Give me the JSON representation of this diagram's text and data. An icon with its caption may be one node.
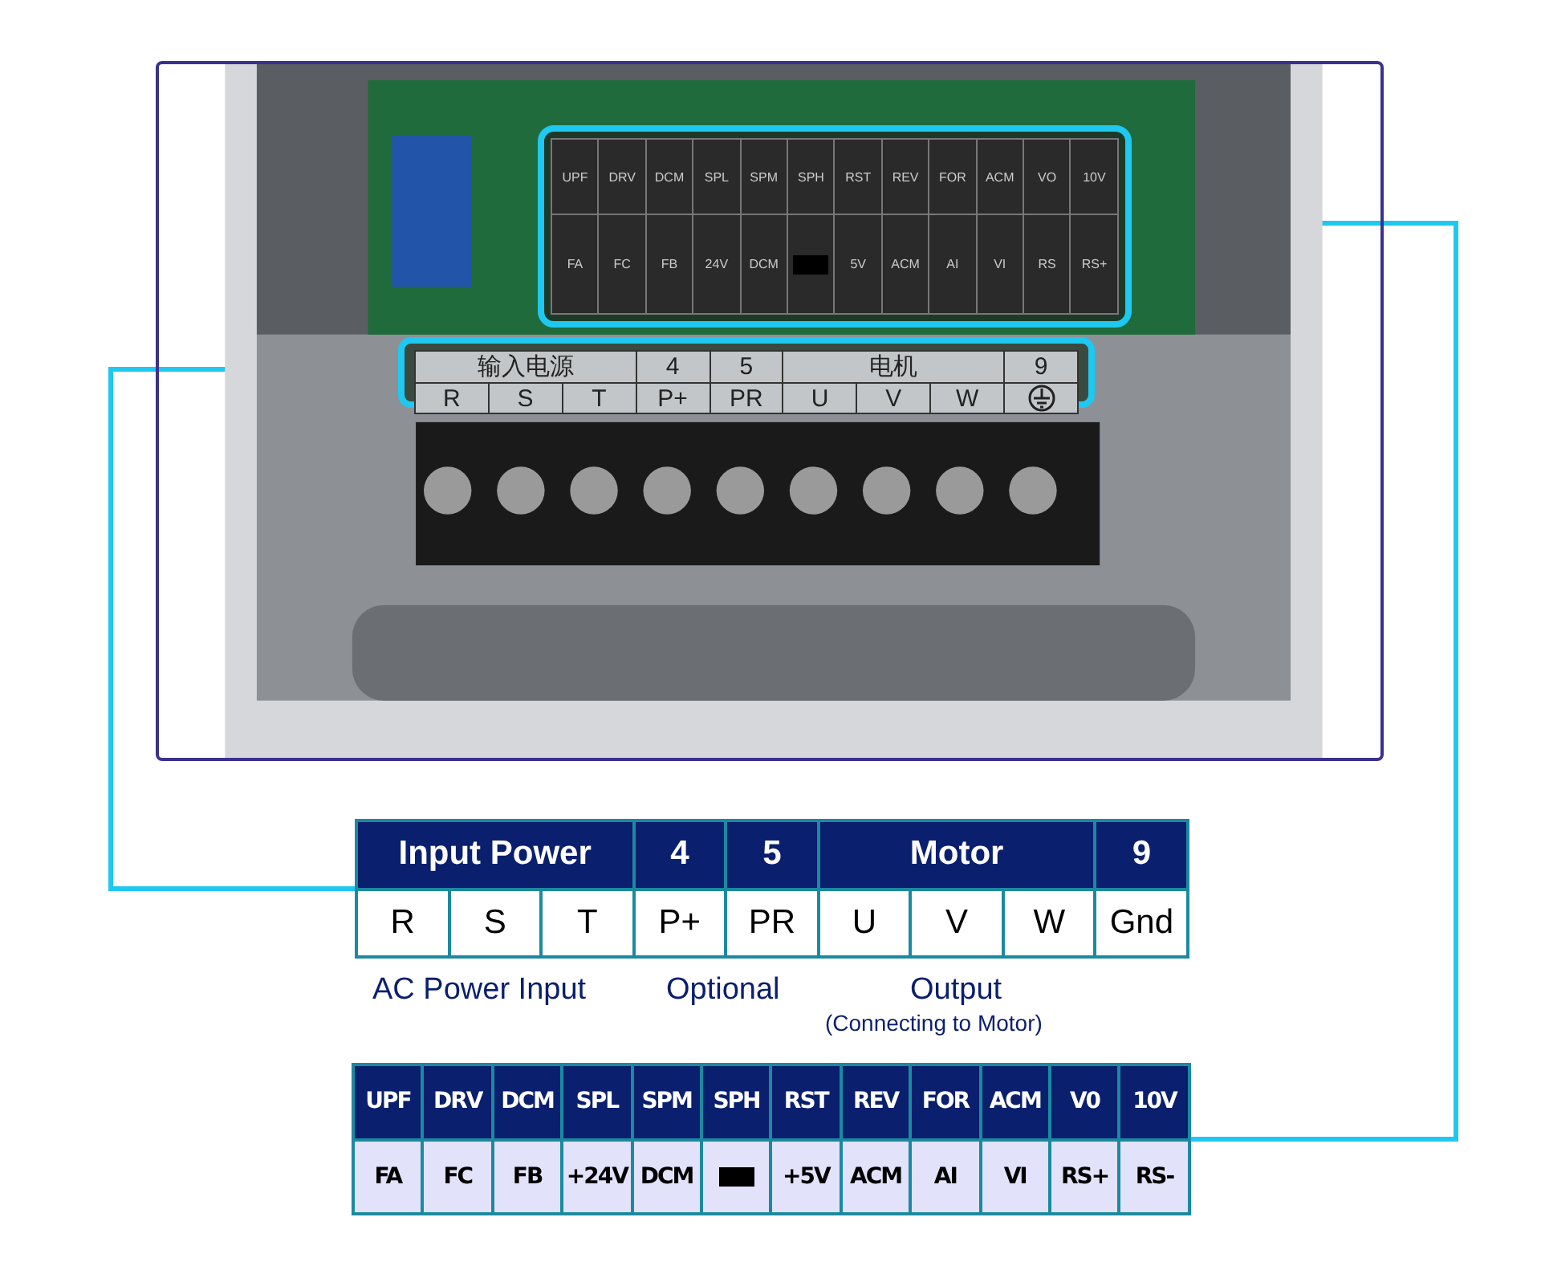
{
  "diagram": {
    "nodes": [
      {
        "text": [],
        "shape": "picture"
      },
      {
        "text": [
          "输入电源",
          "4",
          "5",
          "电机",
          "9",
          "R",
          "S",
          "T",
          "P+",
          "PR",
          "U",
          "V",
          "W"
        ],
        "in": 0
      },
      {
        "text": [
          "UPF",
          "DRV",
          "DCM",
          "SPL",
          "SPM",
          "SPH",
          "RST",
          "REV",
          "FOR",
          "ACM",
          "VO",
          "10V",
          "FA",
          "FC",
          "FB",
          "24V",
          "DCM",
          "5V",
          "ACM",
          "AI",
          "VI",
          "RS",
          "RS+"
        ],
        "in": 0
      },
      {
        "text": [
          "Input Power",
          "4",
          "5",
          "Motor",
          "9",
          "R",
          "S",
          "T",
          "P+",
          "PR",
          "U",
          "V",
          "W",
          "Gnd"
        ]
      },
      {
        "text": [
          "UPF",
          "DRV",
          "DCM",
          "SPL",
          "SPM",
          "SPH",
          "RST",
          "REV",
          "FOR",
          "ACM",
          "V0",
          "10V",
          "FA",
          "FC",
          "FB",
          "+24V",
          "DCM",
          "+5V",
          "ACM",
          "AI",
          "VI",
          "RS+",
          "RS-"
        ]
      }
    ],
    "edges": [
      {
        "from": 1,
        "to": 3,
        "arrow": "none"
      },
      {
        "from": 2,
        "to": 4,
        "arrow": "none"
      }
    ],
    "labels": [
      "AC Power Input",
      "Optional",
      "Output",
      "(Connecting to Motor)"
    ]
  }
}
